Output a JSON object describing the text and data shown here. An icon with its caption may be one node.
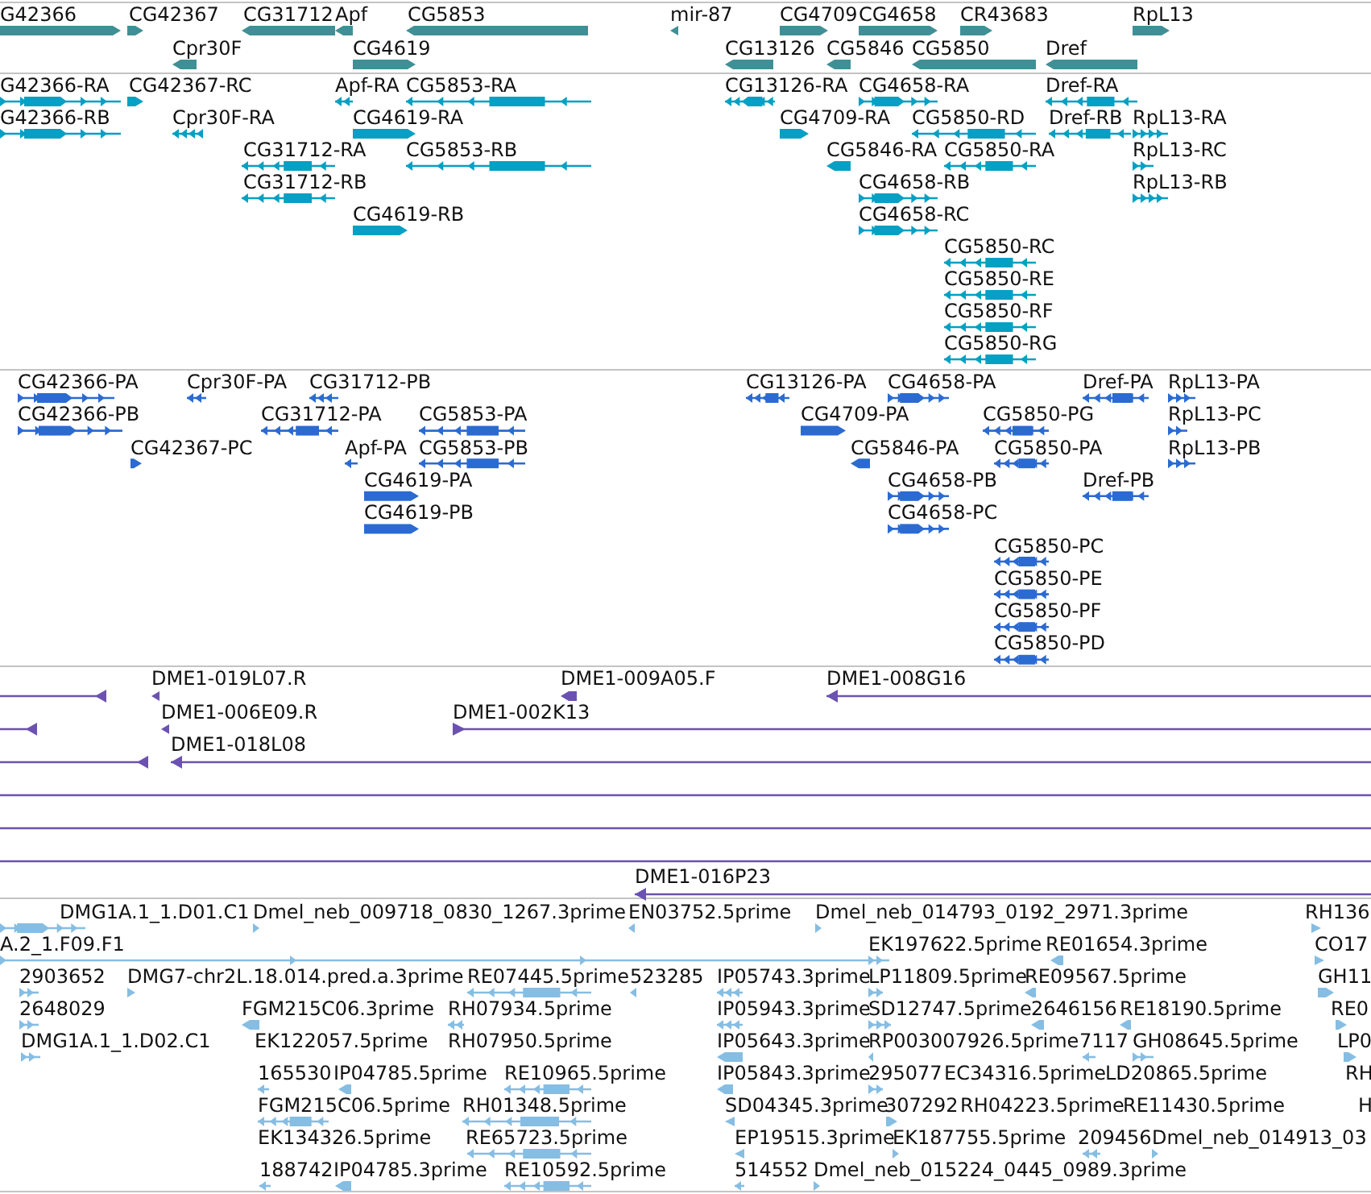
{
  "diagram": {
    "labels": [
      "G42366",
      "CG42367",
      "CG31712",
      "Apf",
      "CG5853",
      "mir-87",
      "CG4709",
      "CG4658",
      "CR43683",
      "RpL13",
      "Cpr30F",
      "CG4619",
      "CG13126",
      "CG5846",
      "CG5850",
      "Dref",
      "G42366-RA",
      "CG42367-RC",
      "Apf-RA",
      "CG5853-RA",
      "CG13126-RA",
      "CG4658-RA",
      "Dref-RA",
      "G42366-RB",
      "Cpr30F-RA",
      "CG4619-RA",
      "CG4709-RA",
      "CG5850-RD",
      "Dref-RB",
      "RpL13-RA",
      "CG31712-RA",
      "CG5853-RB",
      "CG5846-RA",
      "CG5850-RA",
      "RpL13-RC",
      "CG31712-RB",
      "CG4658-RB",
      "RpL13-RB",
      "CG4619-RB",
      "CG4658-RC",
      "CG5850-RC",
      "CG5850-RE",
      "CG5850-RF",
      "CG5850-RG",
      "CG42366-PA",
      "Cpr30F-PA",
      "CG31712-PB",
      "CG13126-PA",
      "CG4658-PA",
      "Dref-PA",
      "RpL13-PA",
      "CG42366-PB",
      "CG31712-PA",
      "CG5853-PA",
      "CG4709-PA",
      "CG5850-PG",
      "RpL13-PC",
      "CG42367-PC",
      "Apf-PA",
      "CG5853-PB",
      "CG5846-PA",
      "CG5850-PA",
      "RpL13-PB",
      "CG4619-PA",
      "CG4658-PB",
      "Dref-PB",
      "CG4619-PB",
      "CG4658-PC",
      "CG5850-PC",
      "CG5850-PE",
      "CG5850-PF",
      "CG5850-PD",
      "DME1-019L07.R",
      "DME1-009A05.F",
      "DME1-008G16",
      "DME1-006E09.R",
      "DME1-002K13",
      "DME1-018L08",
      "DME1-016P23",
      "DMG1A.1_1.D01.C1",
      "Dmel_neb_009718_0830_1267.3prime",
      "EN03752.5prime",
      "Dmel_neb_014793_0192_2971.3prime",
      "RH136",
      "A.2_1.F09.F1",
      "EK197622.5prime",
      "RE01654.3prime",
      "CO17",
      "2903652",
      "DMG7-chr2L.18.014.pred.a.3prime",
      "RE07445.5prime",
      "523285",
      "IP05743.3prime",
      "LP11809.5prime",
      "RE09567.5prime",
      "GH11",
      "2648029",
      "FGM215C06.3prime",
      "RH07934.5prime",
      "IP05943.3prime",
      "SD12747.5prime",
      "2646156",
      "RE18190.5prime",
      "RE0",
      "DMG1A.1_1.D02.C1",
      "EK122057.5prime",
      "RH07950.5prime",
      "IP05643.3prime",
      "RP003007926.5prime",
      "7117",
      "GH08645.5prime",
      "LP0",
      "165530",
      "IP04785.5prime",
      "RE10965.5prime",
      "IP05843.3prime",
      "295077",
      "EC34316.5prime",
      "LD20865.5prime",
      "RH",
      "FGM215C06.5prime",
      "RH01348.5prime",
      "SD04345.3prime",
      "307292",
      "RH04223.5prime",
      "RE11430.5prime",
      "H",
      "EK134326.5prime",
      "RE65723.5prime",
      "EP19515.3prime",
      "EK187755.5prime",
      "209456",
      "Dmel_neb_014913_03",
      "188742",
      "IP04785.3prime",
      "RE10592.5prime",
      "514552",
      "Dmel_neb_015224_0445_0989.3prime"
    ]
  }
}
